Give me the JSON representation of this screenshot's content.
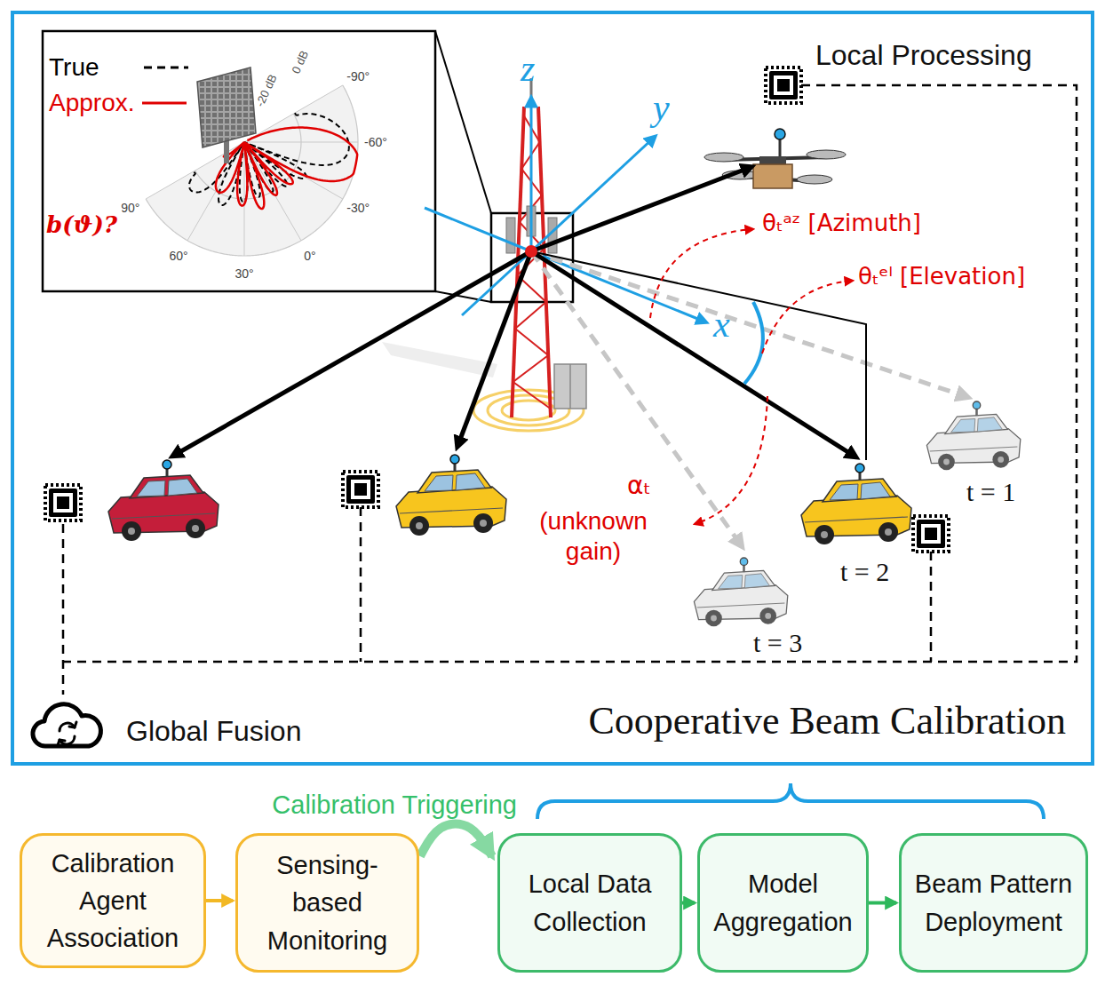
{
  "diagram": {
    "nodes": [
      {
        "text": [
          "Cooperative Beam Calibration"
        ]
      },
      {
        "text": [
          "Calibration Agent Association"
        ]
      },
      {
        "text": [
          "Sensing-based Monitoring"
        ]
      },
      {
        "text": [
          "Local Data Collection"
        ]
      },
      {
        "text": [
          "Model Aggregation"
        ]
      },
      {
        "text": [
          "Beam Pattern Deployment"
        ]
      }
    ],
    "edges": [
      {
        "from": 1,
        "to": 2,
        "arrow": "to"
      },
      {
        "from": 2,
        "to": 3,
        "arrow": "to",
        "label": "Calibration Triggering"
      },
      {
        "from": 3,
        "to": 4,
        "arrow": "to"
      },
      {
        "from": 4,
        "to": 5,
        "arrow": "to"
      }
    ],
    "labels": [
      "b(ϑ)?",
      "0 dB",
      "-20 dB",
      "-90°",
      "-60°",
      "-30°",
      "0°",
      "30°",
      "60°",
      "90°",
      "z",
      "y",
      "x",
      "Local Processing",
      "θₜᵃᶻ [Azimuth]",
      "θₜᵉˡ [Elevation]",
      "αₜ",
      "(unknown gain)",
      "t = 1",
      "t = 2",
      "t = 3",
      "Global Fusion"
    ],
    "legend": [
      {
        "text": "True"
      },
      {
        "text": "Approx."
      }
    ]
  }
}
